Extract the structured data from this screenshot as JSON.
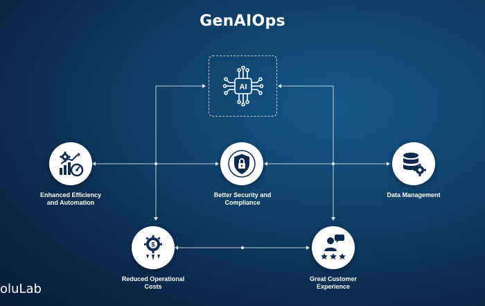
{
  "title": "GenAIOps",
  "center": {
    "chip_label": "AI"
  },
  "nodes": {
    "efficiency": {
      "label_line1": "Enhanced Efficiency",
      "label_line2": "and Automation"
    },
    "security": {
      "label_line1": "Better Security and",
      "label_line2": "Compliance"
    },
    "data": {
      "label_line1": "Data Management",
      "label_line2": ""
    },
    "costs": {
      "label_line1": "Reduced Operational",
      "label_line2": "Costs"
    },
    "customer": {
      "label_line1": "Great Customer",
      "label_line2": "Experience"
    }
  },
  "brand": "oluLab",
  "colors": {
    "background_top": "#15588a",
    "background_bottom": "#081d39",
    "icon": "#0e2a4e",
    "line": "#dfe8f0"
  },
  "icons": {
    "center": "ai-chip-icon",
    "efficiency": "gear-chart-gauge-icon",
    "security": "shield-lock-icon",
    "data": "database-gear-icon",
    "costs": "dollar-gear-icon",
    "customer": "person-chat-stars-icon"
  }
}
